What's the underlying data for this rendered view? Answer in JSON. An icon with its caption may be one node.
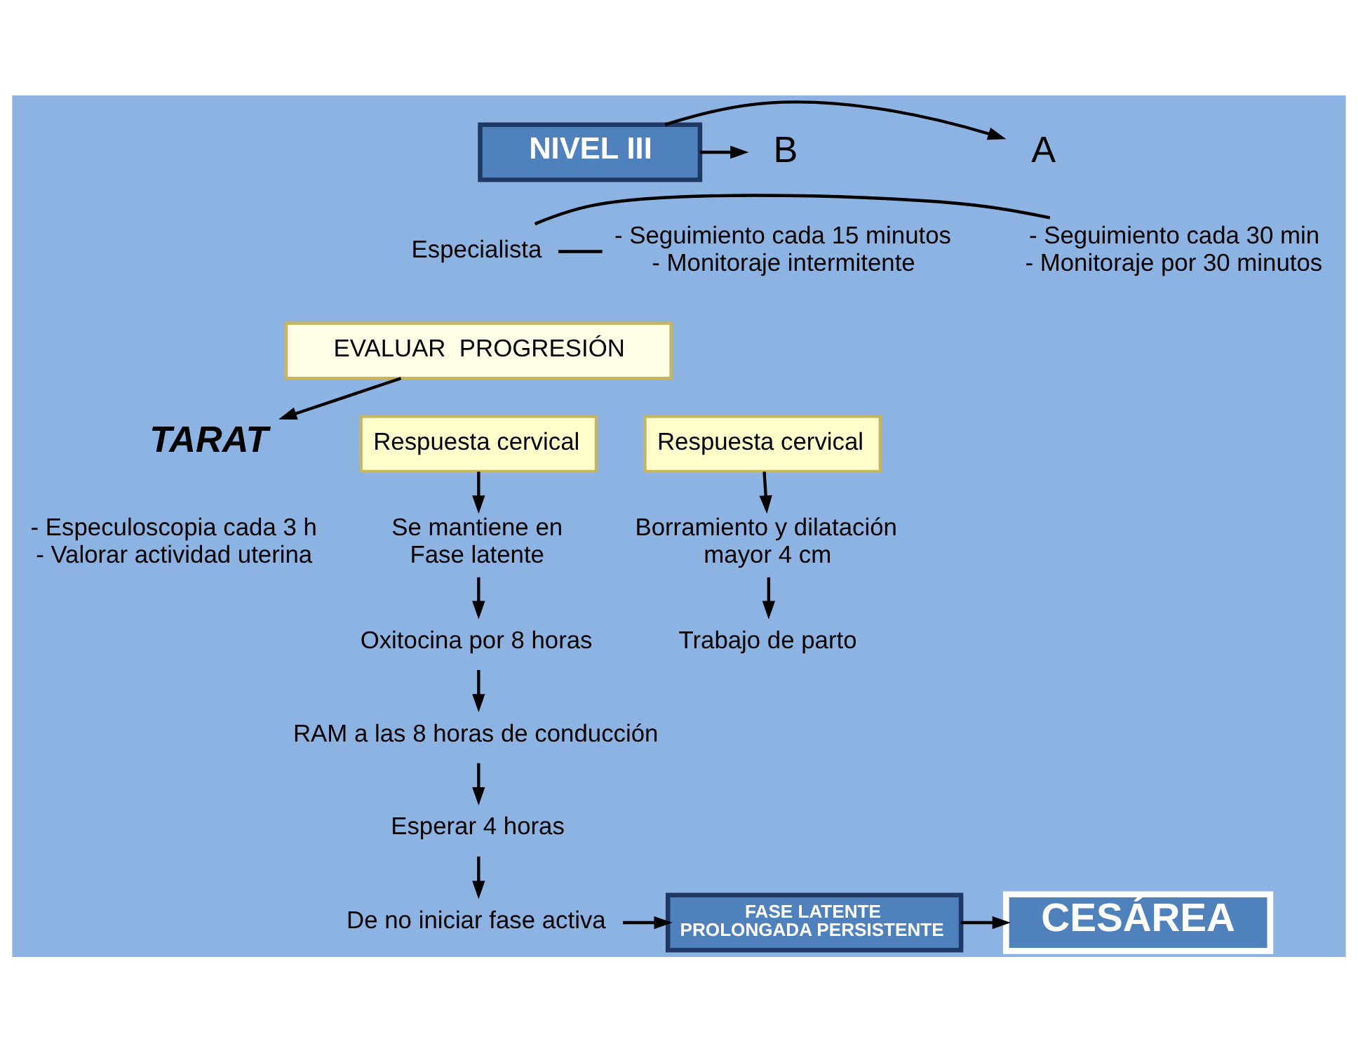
{
  "diagram": {
    "nodes": [
      {
        "text": [
          "NIVEL III"
        ]
      },
      {
        "text": [
          "A"
        ]
      },
      {
        "text": [
          "B"
        ]
      },
      {
        "text": [
          "- Seguimiento cada 30 min - Monitoraje por 30 minutos"
        ]
      },
      {
        "text": [
          "Especialista"
        ]
      },
      {
        "text": [
          "- Seguimiento cada 15 minutos - Monitoraje intermitente"
        ]
      },
      {
        "text": [
          "EVALUAR  PROGRESIÓN"
        ]
      },
      {
        "text": [
          "TARAT"
        ],
        "beside": [
          "- Especuloscopia cada 3 h - Valorar actividad uterina"
        ]
      },
      {
        "text": [
          "Respuesta cervical"
        ]
      },
      {
        "text": [
          "Se mantiene en Fase latente"
        ]
      },
      {
        "text": [
          "Oxitocina por 8 horas"
        ]
      },
      {
        "text": [
          "RAM a las 8 horas de conducción"
        ]
      },
      {
        "text": [
          "Esperar 4 horas"
        ]
      },
      {
        "text": [
          "De no iniciar fase activa"
        ]
      },
      {
        "text": [
          "FASE LATENTE PROLONGADA PERSISTENTE"
        ]
      },
      {
        "text": [
          "CESÁREA"
        ]
      },
      {
        "text": [
          "Respuesta cervical"
        ]
      },
      {
        "text": [
          "Borramiento y dilatación mayor 4 cm"
        ]
      },
      {
        "text": [
          "Trabajo de parto"
        ]
      }
    ],
    "edges": [
      {
        "from": 0,
        "to": 1,
        "arrow": "to"
      },
      {
        "from": 0,
        "to": 2,
        "arrow": "to"
      },
      {
        "from": 4,
        "to": 3,
        "arrow": "none"
      },
      {
        "from": 4,
        "to": 5,
        "arrow": "none"
      },
      {
        "from": 6,
        "to": 7,
        "arrow": "to"
      },
      {
        "from": 8,
        "to": 9,
        "arrow": "to"
      },
      {
        "from": 9,
        "to": 10,
        "arrow": "to"
      },
      {
        "from": 10,
        "to": 11,
        "arrow": "to"
      },
      {
        "from": 11,
        "to": 12,
        "arrow": "to"
      },
      {
        "from": 12,
        "to": 13,
        "arrow": "to"
      },
      {
        "from": 13,
        "to": 14,
        "arrow": "to"
      },
      {
        "from": 14,
        "to": 15,
        "arrow": "to"
      },
      {
        "from": 16,
        "to": 17,
        "arrow": "to"
      },
      {
        "from": 17,
        "to": 18,
        "arrow": "to"
      }
    ]
  }
}
